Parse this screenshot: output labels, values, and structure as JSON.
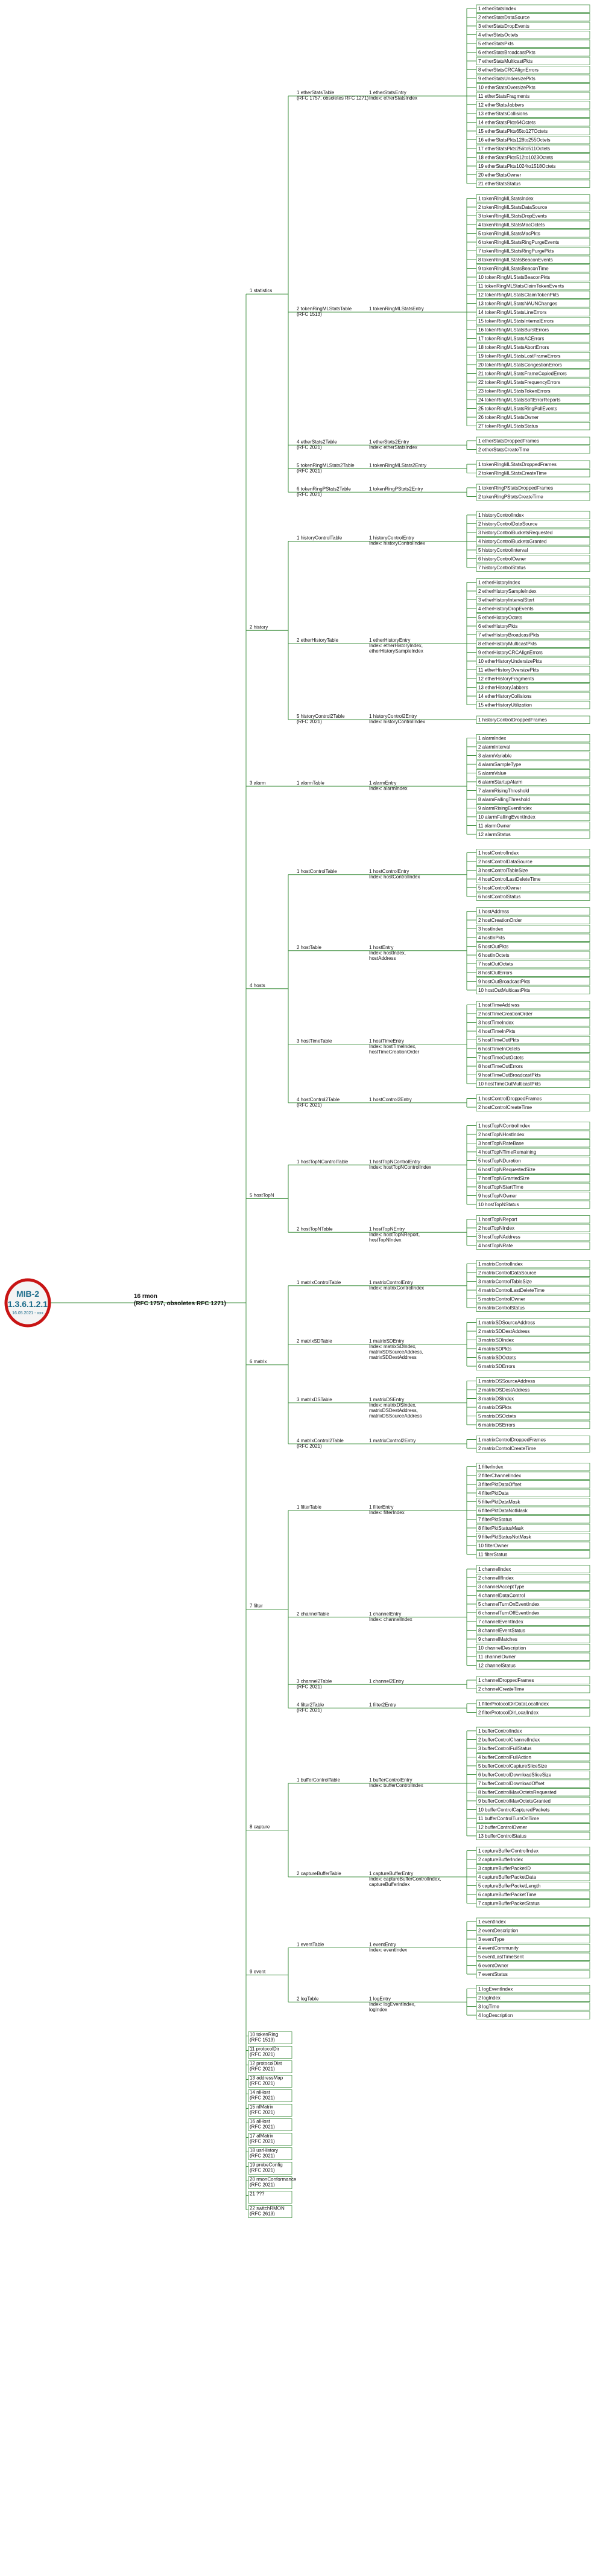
{
  "root": {
    "title": "MIB-2",
    "oid": "1.3.6.1.2.1",
    "note": "16.05.2021 - xxx",
    "desc": "16 rmon",
    "desc2": "(RFC 1757, obsoletes RFC 1271)"
  },
  "groups": [
    {
      "name": "1 statistics",
      "tables": [
        {
          "name": "1 etherStatsTable\n(RFC 1757, obsoletes RFC 1271)",
          "entry": "1 etherStatsEntry\nIndex: etherStatsIndex",
          "leaves": [
            "1 etherStatsIndex",
            "2 etherStatsDataSource",
            "3 etherStatsDropEvents",
            "4 etherStatsOctets",
            "5 etherStatsPkts",
            "6 etherStatsBroadcastPkts",
            "7 etherStatsMulticastPkts",
            "8 etherStatsCRCAlignErrors",
            "9 etherStatsUndersizePkts",
            "10 etherStatsOversizePkts",
            "11 etherStatsFragments",
            "12 etherStatsJabbers",
            "13 etherStatsCollisions",
            "14 etherStatsPkts64Octets",
            "15 etherStatsPkts65to127Octets",
            "16 etherStatsPkts128to255Octets",
            "17 etherStatsPkts256to511Octets",
            "18 etherStatsPkts512to1023Octets",
            "19 etherStatsPkts1024to1518Octets",
            "20 etherStatsOwner",
            "21 etherStatsStatus"
          ]
        },
        {
          "name": "2 tokenRingMLStatsTable\n(RFC 1513)",
          "entry": "1 tokenRingMLStatsEntry",
          "leaves": [
            "1 tokenRingMLStatsIndex",
            "2 tokenRingMLStatsDataSource",
            "3 tokenRingMLStatsDropEvents",
            "4 tokenRingMLStatsMacOctets",
            "5 tokenRingMLStatsMacPkts",
            "6 tokenRingMLStatsRingPurgeEvents",
            "7 tokenRingMLStatsRingPurgePkts",
            "8 tokenRingMLStatsBeaconEvents",
            "9 tokenRingMLStatsBeaconTime",
            "10 tokenRingMLStatsBeaconPkts",
            "11 tokenRingMLStatsClaimTokenEvents",
            "12 tokenRingMLStatsClaimTokenPkts",
            "13 tokenRingMLStatsNAUNChanges",
            "14 tokenRingMLStatsLineErrors",
            "15 tokenRingMLStatsInternalErrors",
            "16 tokenRingMLStatsBurstErrors",
            "17 tokenRingMLStatsACErrors",
            "18 tokenRingMLStatsAbortErrors",
            "19 tokenRingMLStatsLostFrameErrors",
            "20 tokenRingMLStatsCongestionErrors",
            "21 tokenRingMLStatsFrameCopiedErrors",
            "22 tokenRingMLStatsFrequencyErrors",
            "23 tokenRingMLStatsTokenErrors",
            "24 tokenRingMLStatsSoftErrorReports",
            "25 tokenRingMLStatsRingPollEvents",
            "26 tokenRingMLStatsOwner",
            "27 tokenRingMLStatsStatus"
          ]
        },
        {
          "name": "4 etherStats2Table\n(RFC 2021)",
          "entry": "1 etherStats2Entry\nIndex: etherStatsIndex",
          "leaves": [
            "1 etherStatsDroppedFrames",
            "2 etherStatsCreateTime"
          ]
        },
        {
          "name": "5 tokenRingMLStats2Table\n(RFC 2021)",
          "entry": "1 tokenRingMLStats2Entry",
          "leaves": [
            "1 tokenRingMLStatsDroppedFrames",
            "2 tokenRingMLStatsCreateTime"
          ]
        },
        {
          "name": "6 tokenRingPStats2Table\n(RFC 2021)",
          "entry": "1 tokenRingPStats2Entry",
          "leaves": [
            "1 tokenRingPStatsDroppedFrames",
            "2 tokenRingPStatsCreateTime"
          ]
        }
      ]
    },
    {
      "name": "2 history",
      "tables": [
        {
          "name": "1 historyControlTable",
          "entry": "1 historyControlEntry\nIndex: historyControlIndex",
          "leaves": [
            "1 historyControlIndex",
            "2 historyControlDataSource",
            "3 historyControlBucketsRequested",
            "4 historyControlBucketsGranted",
            "5 historyControlInterval",
            "6 historyControlOwner",
            "7 historyControlStatus"
          ]
        },
        {
          "name": "2 etherHistoryTable",
          "entry": "1 etherHistoryEntry\nIndex: etherHistoryIndex,\netherHistorySampleIndex",
          "leaves": [
            "1 etherHistoryIndex",
            "2 etherHistorySampleIndex",
            "3 etherHistoryIntervalStart",
            "4 etherHistoryDropEvents",
            "5 etherHistoryOctets",
            "6 etherHistoryPkts",
            "7 etherHistoryBroadcastPkts",
            "8 etherHistoryMulticastPkts",
            "9 etherHistoryCRCAlignErrors",
            "10 etherHistoryUndersizePkts",
            "11 etherHistoryOversizePkts",
            "12 etherHistoryFragments",
            "13 etherHistoryJabbers",
            "14 etherHistoryCollisions",
            "15 etherHistoryUtilization"
          ]
        },
        {
          "name": "5 historyControl2Table\n(RFC 2021)",
          "entry": "1 historyControl2Entry\nIndex: historyControlIndex",
          "leaves": [
            "1 historyControlDroppedFrames"
          ]
        }
      ]
    },
    {
      "name": "3 alarm",
      "tables": [
        {
          "name": "1 alarmTable",
          "entry": "1 alarmEntry\nIndex: alarmIndex",
          "leaves": [
            "1 alarmIndex",
            "2 alarmInterval",
            "3 alarmVariable",
            "4 alarmSampleType",
            "5 alarmValue",
            "6 alarmStartupAlarm",
            "7 alarmRisingThreshold",
            "8 alarmFallingThreshold",
            "9 alarmRisingEventIndex",
            "10 alarmFallingEventIndex",
            "11 alarmOwner",
            "12 alarmStatus"
          ]
        }
      ]
    },
    {
      "name": "4 hosts",
      "tables": [
        {
          "name": "1 hostControlTable",
          "entry": "1 hostControlEntry\nIndex: hostControlIndex",
          "leaves": [
            "1 hostControlIndex",
            "2 hostControlDataSource",
            "3 hostControlTableSize",
            "4 hostControlLastDeleteTime",
            "5 hostControlOwner",
            "6 hostControlStatus"
          ]
        },
        {
          "name": "2 hostTable",
          "entry": "1 hostEntry\nIndex: hostIndex,\nhostAddress",
          "leaves": [
            "1 hostAddress",
            "2 hostCreationOrder",
            "3 hostIndex",
            "4 hostInPkts",
            "5 hostOutPkts",
            "6 hostInOctets",
            "7 hostOutOctets",
            "8 hostOutErrors",
            "9 hostOutBroadcastPkts",
            "10 hostOutMulticastPkts"
          ]
        },
        {
          "name": "3 hostTimeTable",
          "entry": "1 hostTimeEntry\nIndex: hostTimeIndex,\nhostTimeCreationOrder",
          "leaves": [
            "1 hostTimeAddress",
            "2 hostTimeCreationOrder",
            "3 hostTimeIndex",
            "4 hostTimeInPkts",
            "5 hostTimeOutPkts",
            "6 hostTimeInOctets",
            "7 hostTimeOutOctets",
            "8 hostTimeOutErrors",
            "9 hostTimeOutBroadcastPkts",
            "10 hostTimeOutMulticastPkts"
          ]
        },
        {
          "name": "4 hostControl2Table\n(RFC 2021)",
          "entry": "1 hostControl2Entry",
          "leaves": [
            "1 hostControlDroppedFrames",
            "2 hostControlCreateTime"
          ]
        }
      ]
    },
    {
      "name": "5 hostTopN",
      "tables": [
        {
          "name": "1 hostTopNControlTable",
          "entry": "1 hostTopNControlEntry\nIndex: hostTopNControlIndex",
          "leaves": [
            "1 hostTopNControlIndex",
            "2 hostTopNHostIndex",
            "3 hostTopNRateBase",
            "4 hostTopNTimeRemaining",
            "5 hostTopNDuration",
            "6 hostTopNRequestedSize",
            "7 hostTopNGrantedSize",
            "8 hostTopNStartTime",
            "9 hostTopNOwner",
            "10 hostTopNStatus"
          ]
        },
        {
          "name": "2 hostTopNTable",
          "entry": "1 hostTopNEntry\nIndex: hostTopNReport,\nhostTopNIndex",
          "leaves": [
            "1 hostTopNReport",
            "2 hostTopNIndex",
            "3 hostTopNAddress",
            "4 hostTopNRate"
          ]
        }
      ]
    },
    {
      "name": "6 matrix",
      "tables": [
        {
          "name": "1 matrixControlTable",
          "entry": "1 matrixControlEntry\nIndex: matrixControlIndex",
          "leaves": [
            "1 matrixControlIndex",
            "2 matrixControlDataSource",
            "3 matrixControlTableSize",
            "4 matrixControlLastDeleteTime",
            "5 matrixControlOwner",
            "6 matrixControlStatus"
          ]
        },
        {
          "name": "2 matrixSDTable",
          "entry": "1 matrixSDEntry\nIndex: matrixSDIndex,\nmatrixSDSourceAddress,\nmatrixSDDestAddress",
          "leaves": [
            "1 matrixSDSourceAddress",
            "2 matrixSDDestAddress",
            "3 matrixSDIndex",
            "4 matrixSDPkts",
            "5 matrixSDOctets",
            "6 matrixSDErrors"
          ]
        },
        {
          "name": "3 matrixDSTable",
          "entry": "1 matrixDSEntry\nIndex: matrixDSIndex,\nmatrixDSDestAddress,\nmatrixDSSourceAddress",
          "leaves": [
            "1 matrixDSSourceAddress",
            "2 matrixDSDestAddress",
            "3 matrixDSIndex",
            "4 matrixDSPkts",
            "5 matrixDSOctets",
            "6 matrixDSErrors"
          ]
        },
        {
          "name": "4 matrixControl2Table\n(RFC 2021)",
          "entry": "1 matrixControl2Entry",
          "leaves": [
            "1 matrixControlDroppedFrames",
            "2 matrixControlCreateTime"
          ]
        }
      ]
    },
    {
      "name": "7 filter",
      "tables": [
        {
          "name": "1 filterTable",
          "entry": "1 filterEntry\nIndex: filterIndex",
          "leaves": [
            "1 filterIndex",
            "2 filterChannelIndex",
            "3 filterPktDataOffset",
            "4 filterPktData",
            "5 filterPktDataMask",
            "6 filterPktDataNotMask",
            "7 filterPktStatus",
            "8 filterPktStatusMask",
            "9 filterPktStatusNotMask",
            "10 filterOwner",
            "11 filterStatus"
          ]
        },
        {
          "name": "2 channelTable",
          "entry": "1 channelEntry\nIndex: channelIndex",
          "leaves": [
            "1 channelIndex",
            "2 channelIfIndex",
            "3 channelAcceptType",
            "4 channelDataControl",
            "5 channelTurnOnEventIndex",
            "6 channelTurnOffEventIndex",
            "7 channelEventIndex",
            "8 channelEventStatus",
            "9 channelMatches",
            "10 channelDescription",
            "11 channelOwner",
            "12 channelStatus"
          ]
        },
        {
          "name": "3 channel2Table\n(RFC 2021)",
          "entry": "1 channel2Entry",
          "leaves": [
            "1 channelDroppedFrames",
            "2 channelCreateTime"
          ]
        },
        {
          "name": "4 filter2Table\n(RFC 2021)",
          "entry": "1 filter2Entry",
          "leaves": [
            "1 filterProtocolDirDataLocalIndex",
            "2 filterProtocolDirLocalIndex"
          ]
        }
      ]
    },
    {
      "name": "8 capture",
      "tables": [
        {
          "name": "1 bufferControlTable",
          "entry": "1 bufferControlEntry\nIndex: bufferControlIndex",
          "leaves": [
            "1 bufferControlIndex",
            "2 bufferControlChannelIndex",
            "3 bufferControlFullStatus",
            "4 bufferControlFullAction",
            "5 bufferControlCaptureSliceSize",
            "6 bufferControlDownloadSliceSize",
            "7 bufferControlDownloadOffset",
            "8 bufferControlMaxOctetsRequested",
            "9 bufferControlMaxOctetsGranted",
            "10 bufferControlCapturedPackets",
            "11 bufferControlTurnOnTime",
            "12 bufferControlOwner",
            "13 bufferControlStatus"
          ]
        },
        {
          "name": "2 captureBufferTable",
          "entry": "1 captureBufferEntry\nIndex: captureBufferControlIndex,\ncaptureBufferIndex",
          "leaves": [
            "1 captureBufferControlIndex",
            "2 captureBufferIndex",
            "3 captureBufferPacketID",
            "4 captureBufferPacketData",
            "5 captureBufferPacketLength",
            "6 captureBufferPacketTime",
            "7 captureBufferPacketStatus"
          ]
        }
      ]
    },
    {
      "name": "9 event",
      "tables": [
        {
          "name": "1 eventTable",
          "entry": "1 eventEntry\nIndex: eventIndex",
          "leaves": [
            "1 eventIndex",
            "2 eventDescription",
            "3 eventType",
            "4 eventCommunity",
            "5 eventLastTimeSent",
            "6 eventOwner",
            "7 eventStatus"
          ]
        },
        {
          "name": "2 logTable",
          "entry": "1 logEntry\nIndex: logEventIndex,\nlogIndex",
          "leaves": [
            "1 logEventIndex",
            "2 logIndex",
            "3 logTime",
            "4 logDescription"
          ]
        }
      ]
    }
  ],
  "extra_groups": [
    "10 tokenRing\n(RFC 1513)",
    "11 protocolDir\n(RFC 2021)",
    "12 protocolDist\n(RFC 2021)",
    "13 addressMap\n(RFC 2021)",
    "14 nlHost\n(RFC 2021)",
    "15 nlMatrix\n(RFC 2021)",
    "16 alHost\n(RFC 2021)",
    "17 alMatrix\n(RFC 2021)",
    "18 usrHistory\n(RFC 2021)",
    "19 probeConfig\n(RFC 2021)",
    "20 rmonConformance\n(RFC 2021)",
    "21 ???",
    "22 switchRMON\n(RFC 2613)"
  ]
}
